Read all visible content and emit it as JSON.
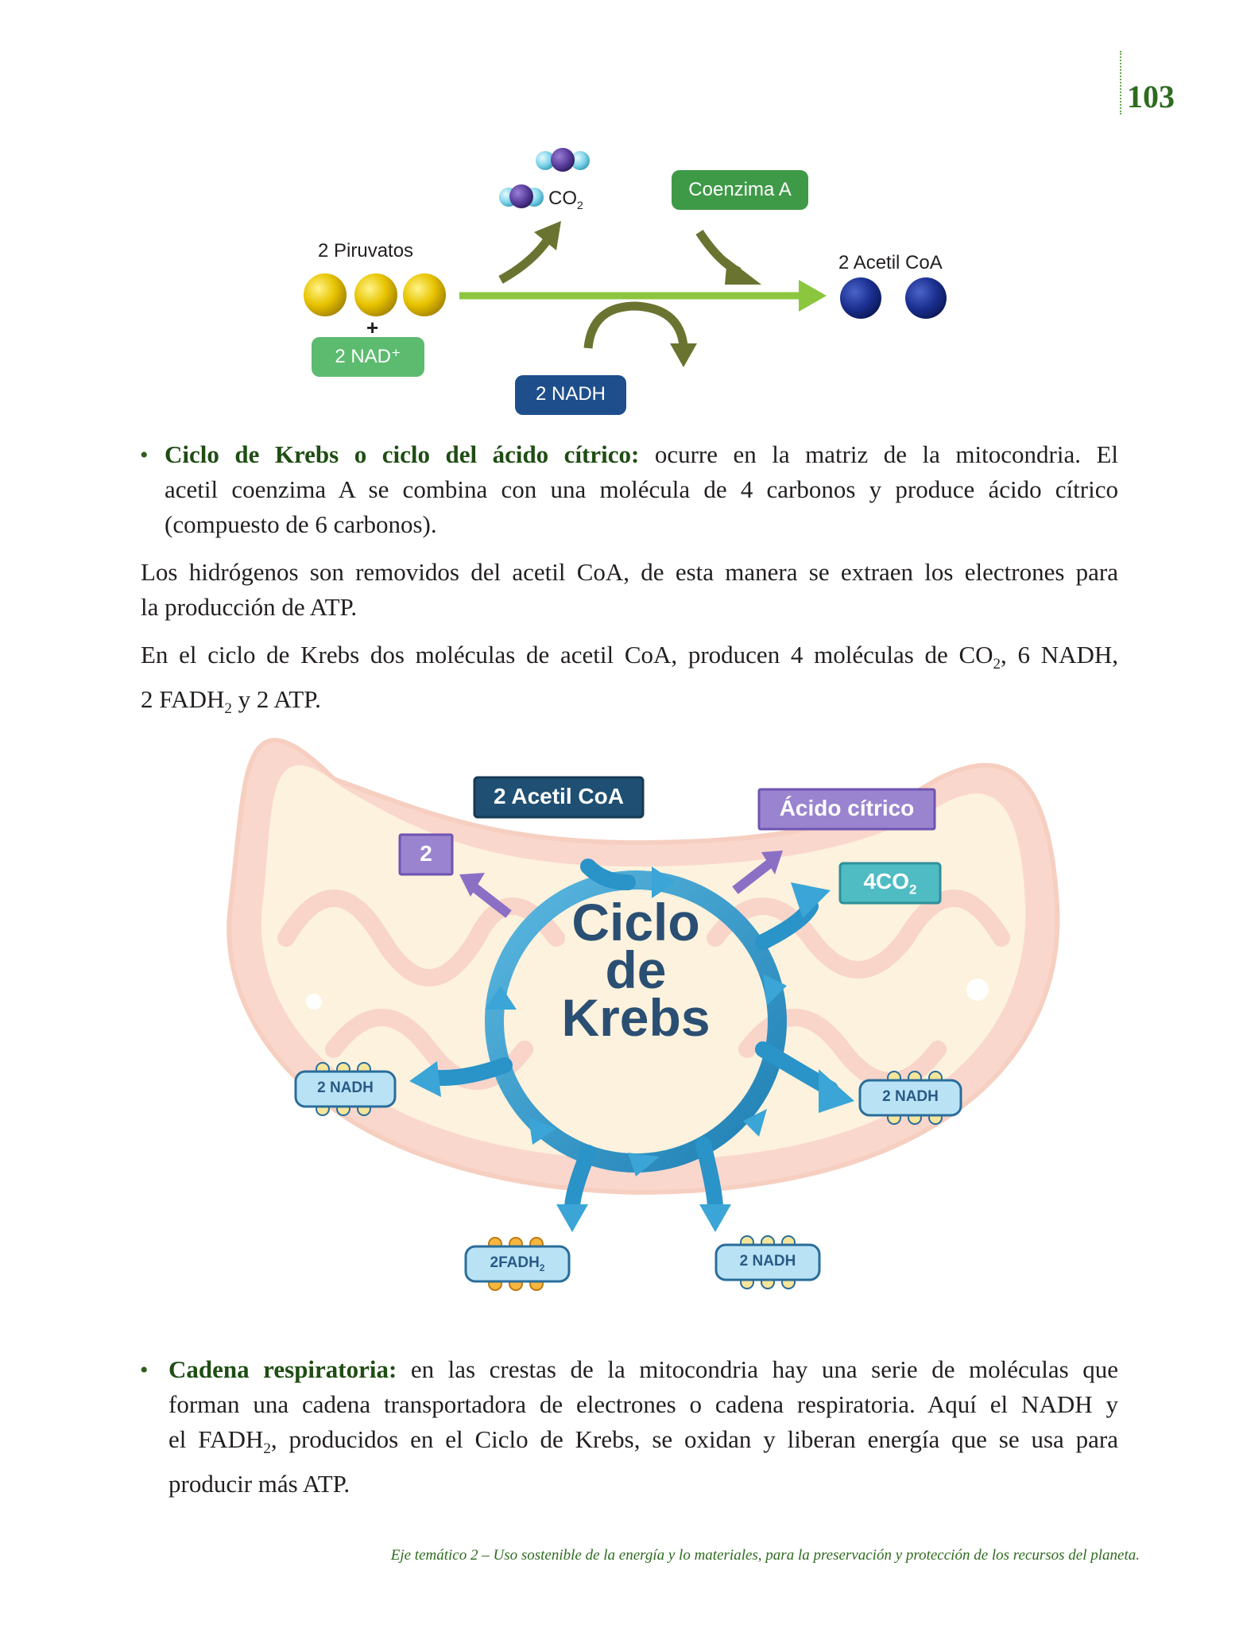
{
  "page_number": "103",
  "pyruvate_diagram": {
    "pyruvates_label": "2 Piruvatos",
    "plus": "+",
    "nad_label": "2 NAD⁺",
    "co2_label": "CO",
    "co2_sub": "2",
    "coenzyme_label": "Coenzima A",
    "nadh_label": "2 NADH",
    "acetyl_label": "2 Acetil CoA"
  },
  "krebs_section": {
    "lead": "Ciclo de Krebs o ciclo del ácido cítrico:",
    "line1_rest": "ocurre en la matriz de la mitocondria. El",
    "line2": "acetil coenzima A se combina con una molécula de 4 carbonos y produce ácido cítrico",
    "line3": "(compuesto de 6 carbonos).",
    "para1_line1": "Los hidrógenos son removidos del acetil CoA, de esta manera se extraen los electrones para",
    "para1_line2": "la producción de ATP.",
    "para2_line1_a": " En el ciclo de Krebs dos moléculas de acetil CoA, producen 4 moléculas de CO",
    "para2_line1_sub": "2",
    "para2_line1_b": ", 6 NADH,",
    "para2_line2_a": "2 FADH",
    "para2_line2_sub": "2",
    "para2_line2_b": " y 2 ATP."
  },
  "krebs_diagram": {
    "title_line1": "Ciclo",
    "title_line2": "de",
    "title_line3": "Krebs",
    "acetyl_box": "2 Acetil CoA",
    "citric_box": "Ácido cítrico",
    "two_box": "2",
    "co2_box": "4CO",
    "co2_sub": "2",
    "nadh_left": "2 NADH",
    "nadh_right": "2 NADH",
    "nadh_bottom": "2 NADH",
    "fadh_label": "2FADH",
    "fadh_sub": "2"
  },
  "respiratory_section": {
    "lead": "Cadena respiratoria:",
    "line1_rest": "en las crestas de la mitocondria hay una serie de moléculas que",
    "line2": "forman una cadena transportadora de electrones o cadena respiratoria. Aquí el NADH y",
    "line3_a": "el FADH",
    "line3_sub": "2",
    "line3_b": ", producidos en el Ciclo de Krebs, se oxidan y liberan energía que se usa para",
    "line4": "producir más ATP."
  },
  "footer": "Eje temático 2 – Uso sostenible de la energía y lo materiales, para la preservación y  protección de los recursos del planeta."
}
